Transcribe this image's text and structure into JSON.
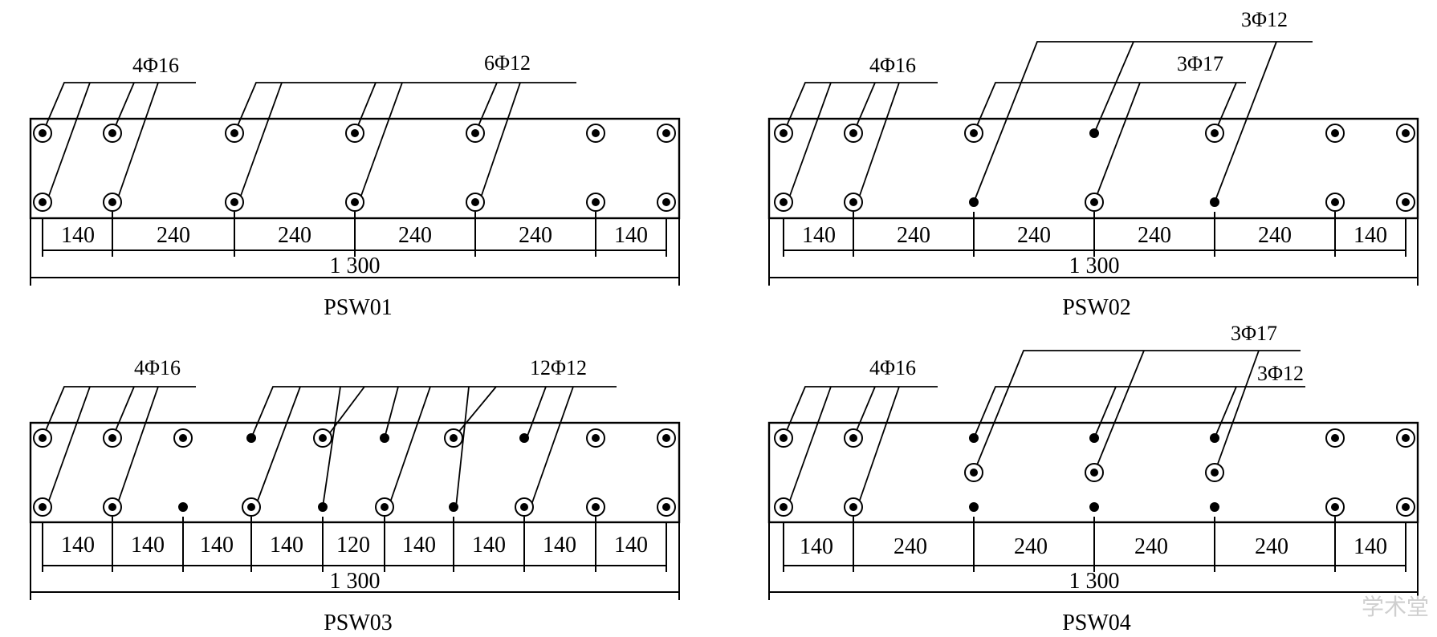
{
  "panels": [
    {
      "name": "PSW01",
      "dims": [
        "140",
        "240",
        "240",
        "240",
        "240",
        "140"
      ],
      "total": "1 300",
      "labels": [
        "4Φ16",
        "6Φ12"
      ]
    },
    {
      "name": "PSW02",
      "dims": [
        "140",
        "240",
        "240",
        "240",
        "240",
        "140"
      ],
      "total": "1 300",
      "labels": [
        "4Φ16",
        "3Φ12",
        "3Φ17"
      ]
    },
    {
      "name": "PSW03",
      "dims": [
        "140",
        "140",
        "140",
        "140",
        "120",
        "140",
        "140",
        "140",
        "140"
      ],
      "total": "1 300",
      "labels": [
        "4Φ16",
        "12Φ12"
      ]
    },
    {
      "name": "PSW04",
      "dims": [
        "140",
        "240",
        "240",
        "240",
        "240",
        "140"
      ],
      "total": "1 300",
      "labels": [
        "4Φ16",
        "3Φ17",
        "3Φ12"
      ]
    }
  ],
  "watermark": "学术堂"
}
